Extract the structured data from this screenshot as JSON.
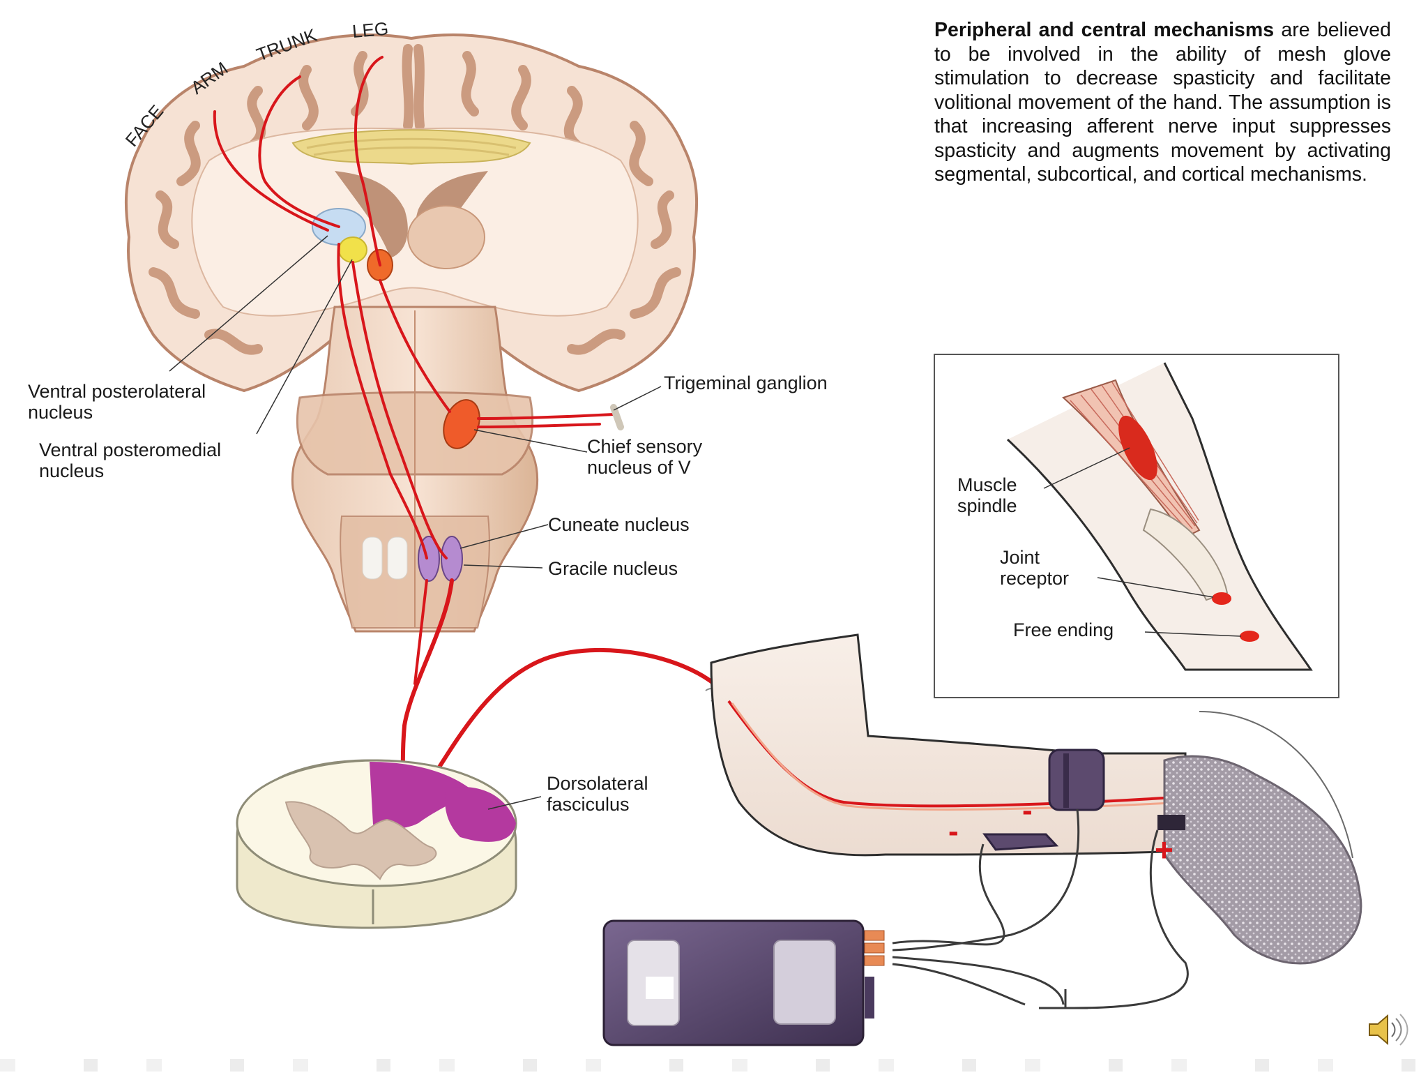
{
  "description": {
    "heading": "Peripheral and central mechanisms",
    "body": "are believed to be involved in the ability of mesh glove stimulation to decrease spasticity and facilitate volitional movement of the hand. The assumption is that increasing afferent nerve input suppresses spasticity and augments movement by activating segmental, subcortical, and cortical mechanisms."
  },
  "homunculus_labels": {
    "face": "FACE",
    "arm": "ARM",
    "trunk": "TRUNK",
    "leg": "LEG"
  },
  "labels": {
    "vpl_line1": "Ventral posterolateral",
    "vpl_line2": "nucleus",
    "vpm_line1": "Ventral posteromedial",
    "vpm_line2": "nucleus",
    "trigeminal": "Trigeminal ganglion",
    "chief_line1": "Chief sensory",
    "chief_line2": "nucleus of V",
    "cuneate": "Cuneate nucleus",
    "gracile": "Gracile nucleus",
    "dorsolateral_line1": "Dorsolateral",
    "dorsolateral_line2": "fasciculus",
    "spindle_line1": "Muscle",
    "spindle_line2": "spindle",
    "joint_line1": "Joint",
    "joint_line2": "receptor",
    "free_ending": "Free ending"
  },
  "electrode_signs": {
    "minus1": "-",
    "minus2": "-",
    "plus": "+"
  },
  "colors": {
    "pathway_red": "#d8161b",
    "brain_fill": "#f6e2d4",
    "brain_outline": "#b9846a",
    "gyri_brown": "#c48f72",
    "spinal_purple": "#b4399f",
    "stimulator_purple": "#5c4a6e",
    "glove_grey": "#a7a0a8",
    "nucleus_blue": "#c6dcf2",
    "nucleus_yellow": "#f1e14a",
    "nucleus_orange": "#ef6a2a"
  },
  "icons": {
    "speaker": "speaker-icon"
  }
}
